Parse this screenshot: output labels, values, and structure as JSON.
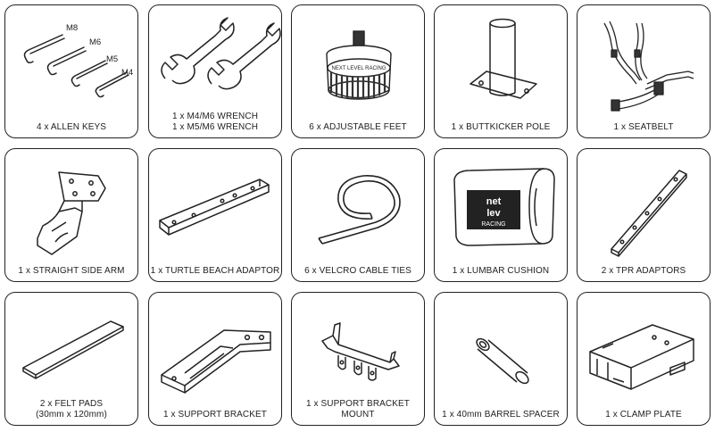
{
  "items": [
    {
      "lines": [
        "4 x ALLEN KEYS"
      ],
      "sizes": [
        "M8",
        "M6",
        "M5",
        "M4"
      ]
    },
    {
      "lines": [
        "1 x  M4/M6 WRENCH",
        "1 x M5/M6 WRENCH"
      ]
    },
    {
      "lines": [
        "6 x ADJUSTABLE FEET"
      ],
      "feet_label": "NEXT LEVEL RACING"
    },
    {
      "lines": [
        "1 x BUTTKICKER POLE"
      ]
    },
    {
      "lines": [
        "1 x SEATBELT"
      ]
    },
    {
      "lines": [
        "1 x STRAIGHT SIDE ARM"
      ]
    },
    {
      "lines": [
        "1 x TURTLE BEACH ADAPTOR"
      ]
    },
    {
      "lines": [
        "6 x VELCRO CABLE TIES"
      ]
    },
    {
      "lines": [
        "1 x LUMBAR CUSHION"
      ],
      "cushion_logo": [
        "net",
        "lev",
        "RACING"
      ]
    },
    {
      "lines": [
        "2 x TPR ADAPTORS"
      ]
    },
    {
      "lines": [
        "2 x FELT PADS",
        "(30mm x 120mm)"
      ]
    },
    {
      "lines": [
        "1 x SUPPORT BRACKET"
      ]
    },
    {
      "lines": [
        "1 x SUPPORT BRACKET",
        "MOUNT"
      ]
    },
    {
      "lines": [
        "1 x 40mm BARREL SPACER"
      ]
    },
    {
      "lines": [
        "1 x CLAMP PLATE"
      ]
    }
  ]
}
